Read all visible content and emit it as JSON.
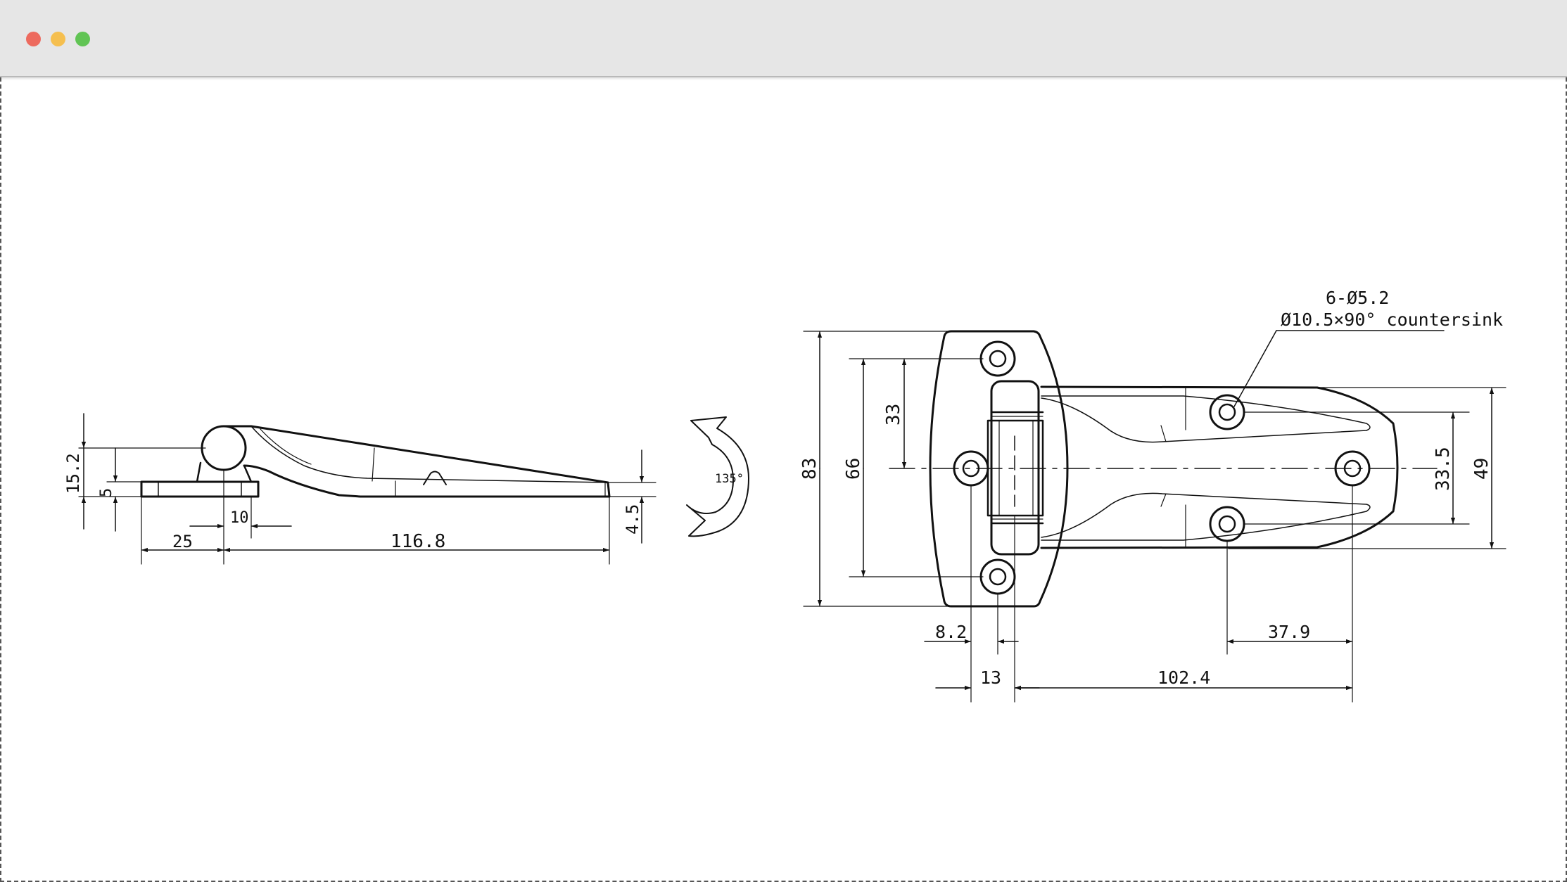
{
  "window": {
    "controls": [
      "close",
      "minimize",
      "maximize"
    ],
    "colors": {
      "close": "#ed6a5e",
      "minimize": "#f5bf4f",
      "maximize": "#61c454"
    }
  },
  "side_view": {
    "dimensions": {
      "height_total": "15.2",
      "height_base": "5",
      "offset": "25",
      "pin": "10",
      "length": "116.8",
      "thickness": "4.5"
    }
  },
  "rotation": {
    "angle": "135°",
    "icon": "rotate-arrow-icon"
  },
  "top_view": {
    "callout_line1": "6-Ø5.2",
    "callout_line2": "Ø10.5×90° countersink",
    "dimensions": {
      "overall_height": "83",
      "hole_span": "66",
      "half_span": "33",
      "leaf_hole_span": "33.5",
      "leaf_width": "49",
      "d_8_2": "8.2",
      "d_13": "13",
      "d_37_9": "37.9",
      "d_102_4": "102.4"
    }
  }
}
